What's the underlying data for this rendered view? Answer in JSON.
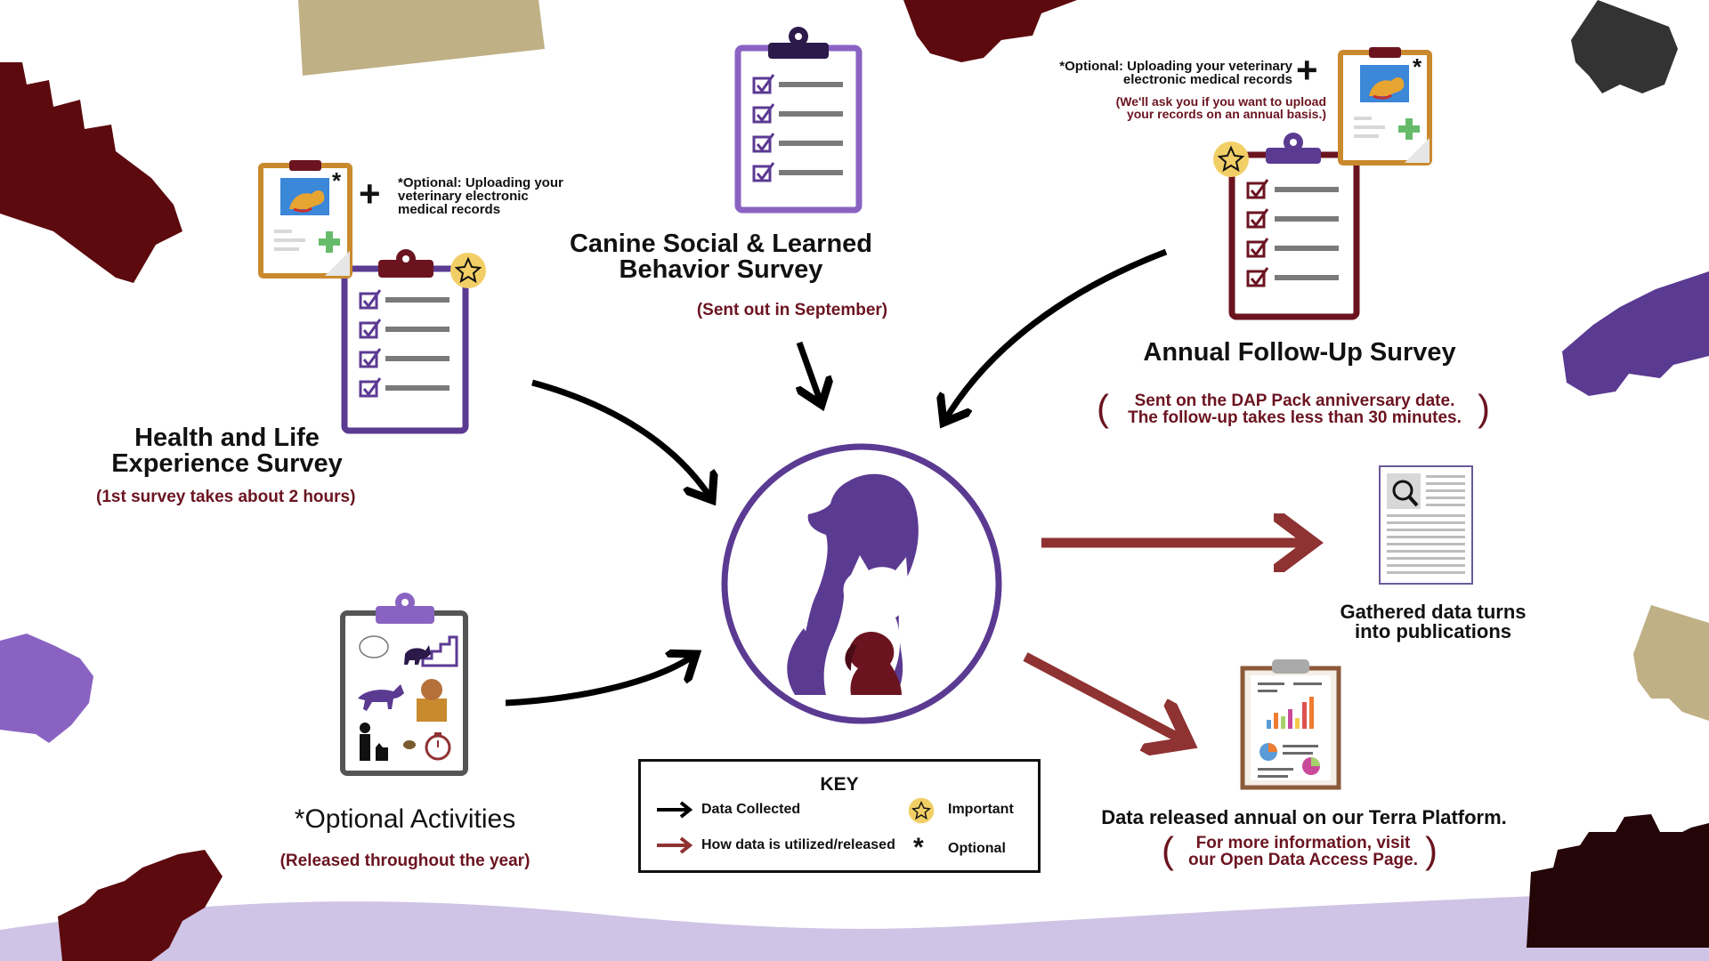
{
  "surveys": {
    "health": {
      "title_line1": "Health and Life",
      "title_line2": "Experience Survey",
      "note": "(1st survey takes about 2 hours)",
      "optional_line1": "*Optional: Uploading your",
      "optional_line2": "veterinary electronic",
      "optional_line3": "medical records"
    },
    "canine": {
      "title_line1": "Canine Social & Learned",
      "title_line2": "Behavior Survey",
      "note": "(Sent out in September)"
    },
    "annual": {
      "title": "Annual Follow-Up Survey",
      "note_line1": "Sent on the DAP Pack anniversary date.",
      "note_line2": "The follow-up takes less than 30 minutes.",
      "optional_line1": "*Optional: Uploading your veterinary",
      "optional_line2": "electronic medical records",
      "ask_line1": "(We'll ask you if you want to upload",
      "ask_line2": "your records on an annual basis.)"
    },
    "activities": {
      "title": "*Optional Activities",
      "note": "(Released throughout the year)"
    }
  },
  "outputs": {
    "publications_line1": "Gathered data turns",
    "publications_line2": "into publications",
    "terra_title": "Data released annual on our Terra Platform.",
    "terra_note_line1": "For more information, visit",
    "terra_note_line2": "our Open Data Access Page."
  },
  "key": {
    "title": "KEY",
    "data_collected": "Data Collected",
    "utilized": "How data is utilized/released",
    "important": "Important",
    "optional": "Optional"
  },
  "parens": {
    "open": "(",
    "close": ")"
  },
  "symbols": {
    "asterisk": "*",
    "plus": "+"
  },
  "icons": {
    "clipboard": "clipboard-checklist-icon",
    "vet_record": "vet-record-icon",
    "star": "star-icon",
    "logo": "dog-cat-logo-icon",
    "publication": "publication-icon",
    "report": "report-clipboard-icon",
    "activities": "activities-clipboard-icon"
  },
  "colors": {
    "purple": "#5b3a92",
    "purple_light": "#8a63c2",
    "maroon": "#6b1420",
    "arrow_black": "#000000",
    "arrow_red": "#8f3232",
    "tan": "#bfb085",
    "lavender": "#cfc3e6"
  }
}
